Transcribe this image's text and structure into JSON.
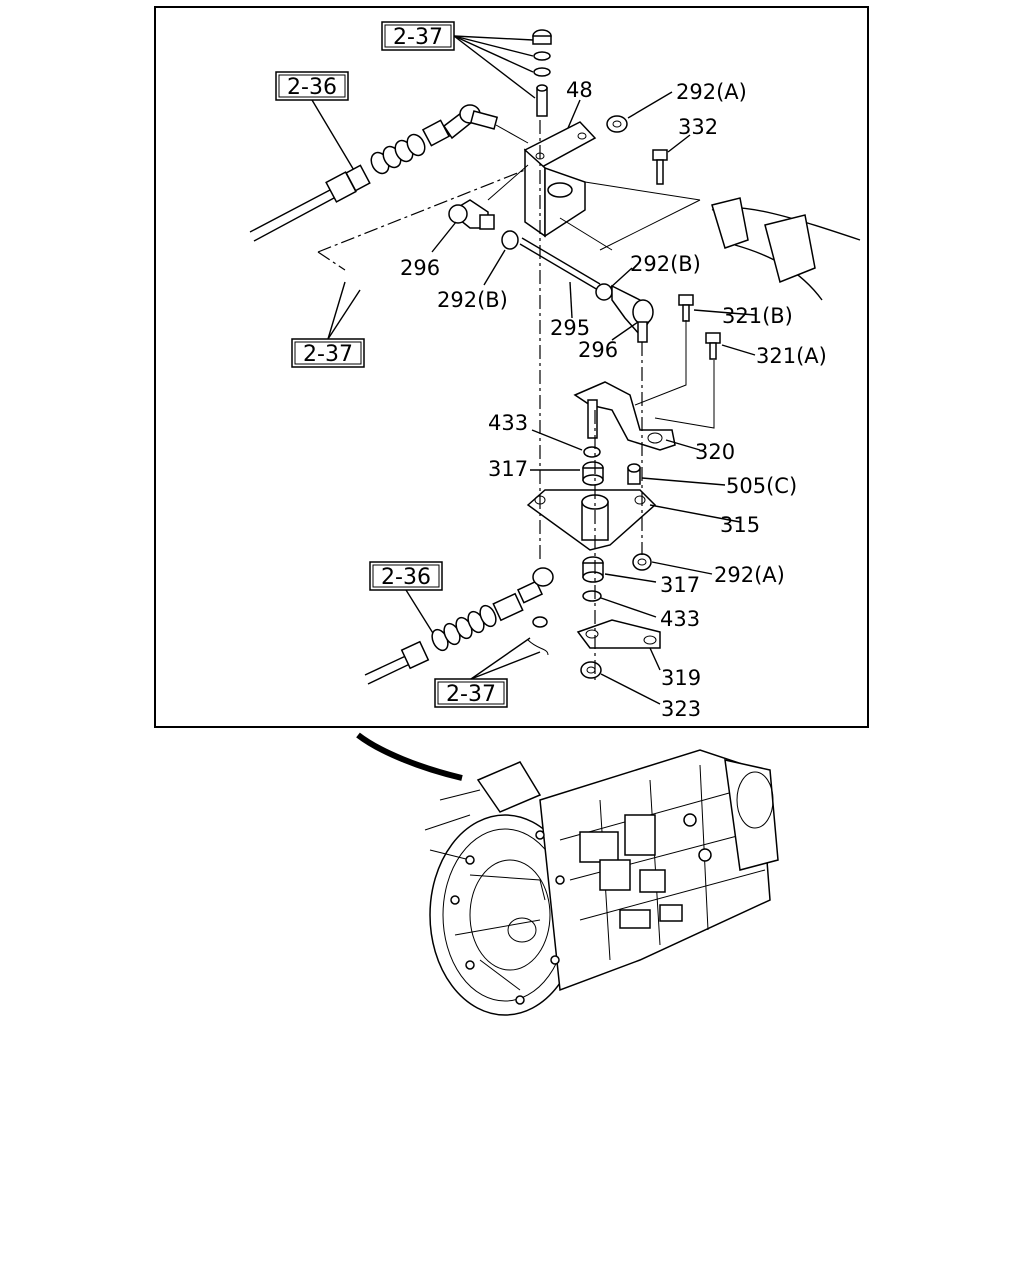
{
  "references": {
    "ref_top": "2-37",
    "ref_upper_cable": "2-36",
    "ref_left_mid": "2-37",
    "ref_lower_cable": "2-36",
    "ref_bottom": "2-37"
  },
  "callouts": {
    "p48": "48",
    "p292a_top": "292(A)",
    "p332": "332",
    "p296_left": "296",
    "p292b_left": "292(B)",
    "p292b_right": "292(B)",
    "p295": "295",
    "p296_right": "296",
    "p321b": "321(B)",
    "p321a": "321(A)",
    "p433_upper": "433",
    "p320": "320",
    "p317_upper": "317",
    "p505c": "505(C)",
    "p315": "315",
    "p292a_bottom": "292(A)",
    "p317_lower": "317",
    "p433_lower": "433",
    "p319": "319",
    "p323": "323"
  }
}
